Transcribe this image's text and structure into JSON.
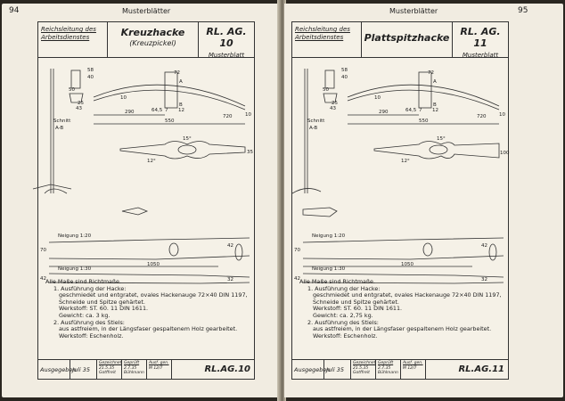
{
  "left_page": {
    "page_number": "94",
    "running_head": "Musterblätter",
    "header": {
      "org_line1": "Reichsleitung des",
      "org_line2": "Arbeitsdienstes",
      "title": "Kreuzhacke",
      "subtitle": "(Kreuzpickel)",
      "code": "RL. AG. 10",
      "kind": "Musterblatt"
    },
    "drawing_labels": {
      "section_line1": "Schnitt",
      "section_line2": "A-B",
      "dim_top_a": "58",
      "dim_top_b": "40",
      "dim_top_c": "50",
      "dim_h1": "72",
      "dim_h2": "10",
      "dim_h3": "25",
      "dim_h4": "43",
      "dim_h5": "64,5",
      "dim_h6": "7",
      "dim_h7": "12",
      "dim_h8": "10",
      "dim_len1": "290",
      "dim_len2": "550",
      "dim_radius": "720",
      "letter_a": "A",
      "letter_b": "B",
      "angle_1": "15°",
      "angle_2": "12°",
      "dim_tip": "35",
      "slope_1": "Neigung 1:20",
      "slope_2": "Neigung 1:30",
      "handle_len": "1050",
      "handle_d1": "70",
      "handle_d2": "42",
      "handle_d3": "32",
      "handle_d4": "42"
    },
    "notes": [
      "Alle Maße sind Richtmaße.",
      "1. Ausführung der Hacke:",
      "geschmiedet und entgratet, ovales Hackenauge 72×40 DIN 1197,",
      "Schneide und Spitze gehärtet.",
      "Werkstoff: ST. 60. 11 DIN 1611.",
      "Gewicht: ca. 3 kg.",
      "2. Ausführung des Stiels:",
      "aus astfreiem, in der Längsfaser gespaltenem Holz gearbeitet.",
      "Werkstoff: Eschenholz."
    ],
    "footer": {
      "label": "Ausgegeben",
      "date": "Juli 35",
      "sig1_head": "Gezeichnet",
      "sig1_body": "21.5.35 Gotffreit",
      "sig2_head": "Geprüft",
      "sig2_body": "2.7.35 Bühlmann",
      "sig3_head": "Ausf. gen.",
      "sig3_body": "M 12/7",
      "code": "RL.AG.10"
    }
  },
  "right_page": {
    "page_number": "95",
    "running_head": "Musterblätter",
    "header": {
      "org_line1": "Reichsleitung des",
      "org_line2": "Arbeitsdienstes",
      "title": "Plattspitzhacke",
      "code": "RL. AG. 11",
      "kind": "Musterblatt"
    },
    "drawing_labels": {
      "section_line1": "Schnitt",
      "section_line2": "A-B",
      "dim_top_a": "58",
      "dim_top_b": "40",
      "dim_top_c": "50",
      "dim_h1": "72",
      "dim_h2": "10",
      "dim_h3": "25",
      "dim_h4": "43",
      "dim_h5": "64,5",
      "dim_h6": "7",
      "dim_h7": "12",
      "dim_h8": "10",
      "dim_len1": "290",
      "dim_len2": "550",
      "dim_radius": "720",
      "letter_a": "A",
      "letter_b": "B",
      "angle_1": "15°",
      "angle_2": "12°",
      "dim_blade": "100",
      "slope_1": "Neigung 1:20",
      "slope_2": "Neigung 1:30",
      "handle_len": "1050",
      "handle_d1": "70",
      "handle_d2": "42",
      "handle_d3": "32",
      "handle_d4": "42"
    },
    "notes": [
      "Alle Maße sind Richtmaße.",
      "1. Ausführung der Hacke:",
      "geschmiedet und entgratet, ovales Hackenauge 72×40 DIN 1197,",
      "Schneide und Spitze gehärtet.",
      "Werkstoff: ST. 60. 11 DIN 1611.",
      "Gewicht: ca. 2,75 kg.",
      "2. Ausführung des Stiels:",
      "aus astfreiem, in der Längsfaser gespaltenem Holz gearbeitet.",
      "Werkstoff: Eschenholz."
    ],
    "footer": {
      "label": "Ausgegeben",
      "date": "Juli 35",
      "sig1_head": "Gezeichnet",
      "sig1_body": "21.5.35 Gotffreit",
      "sig2_head": "Geprüft",
      "sig2_body": "2.7.35 Bühlmann",
      "sig3_head": "Ausf. gen.",
      "sig3_body": "M 12/7",
      "code": "RL.AG.11"
    }
  }
}
